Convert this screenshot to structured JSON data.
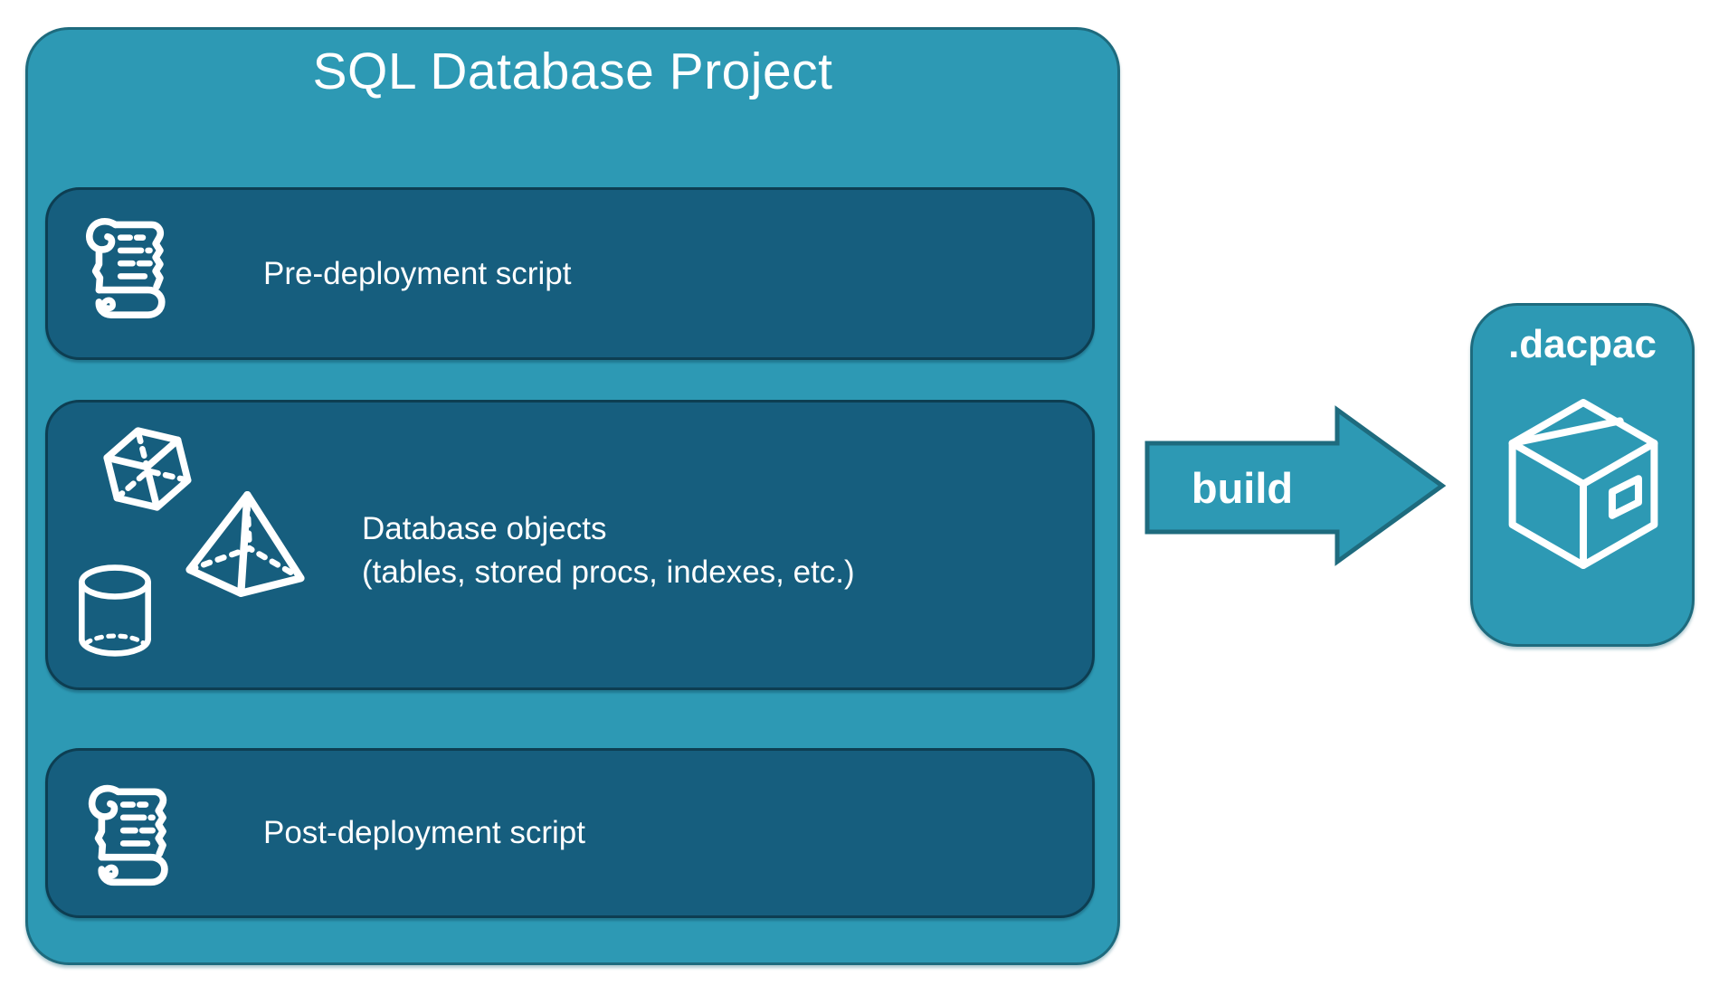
{
  "colors": {
    "background": "#FFFFFF",
    "container_fill": "#2D99B4",
    "container_border": "#1E6B7E",
    "row_fill": "#165E7E",
    "row_border": "#0D3E52",
    "text": "#FFFFFF"
  },
  "project": {
    "title": "SQL Database Project",
    "rows": [
      {
        "icon": "scroll-icon",
        "label": "Pre-deployment script"
      },
      {
        "icon": "shapes-icon",
        "label": "Database objects",
        "sublabel": "(tables, stored procs, indexes, etc.)"
      },
      {
        "icon": "scroll-icon",
        "label": "Post-deployment script"
      }
    ]
  },
  "arrow": {
    "label": "build"
  },
  "output": {
    "icon": "package-icon",
    "label": ".dacpac"
  }
}
